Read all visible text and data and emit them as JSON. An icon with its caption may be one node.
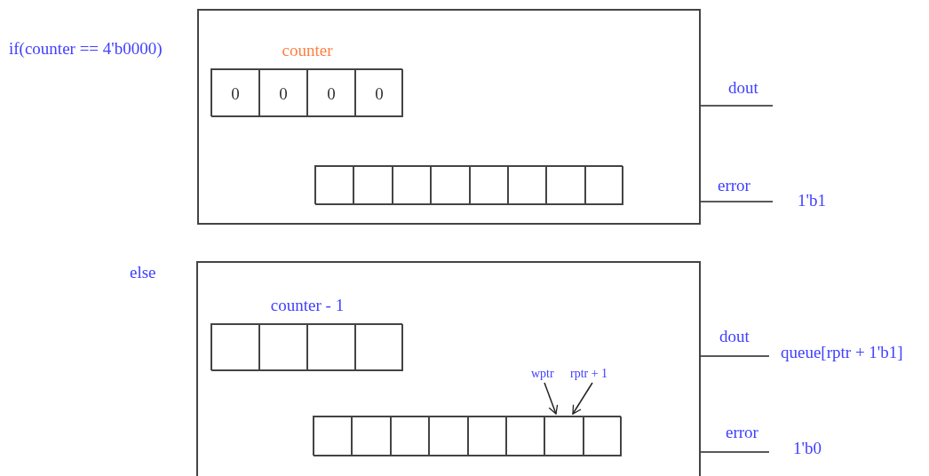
{
  "diagram": {
    "nodes": [
      {
        "text": [],
        "shape": "box"
      },
      {
        "text": [
          "counter"
        ],
        "in": 0
      },
      {
        "text": [
          "0"
        ],
        "in": 1
      },
      {
        "text": [
          "0"
        ],
        "in": 1
      },
      {
        "text": [
          "0"
        ],
        "in": 1
      },
      {
        "text": [
          "0"
        ],
        "in": 1
      },
      {
        "text": [],
        "shape": "box",
        "in": 0
      },
      {
        "text": [],
        "shape": "box",
        "in": 6
      },
      {
        "text": [],
        "shape": "box",
        "in": 6
      },
      {
        "text": [],
        "shape": "box",
        "in": 6
      },
      {
        "text": [],
        "shape": "box",
        "in": 6
      },
      {
        "text": [],
        "shape": "box",
        "in": 6
      },
      {
        "text": [],
        "shape": "box",
        "in": 6
      },
      {
        "text": [],
        "shape": "box",
        "in": 6
      },
      {
        "text": [],
        "shape": "box",
        "in": 6
      },
      {
        "text": [],
        "shape": "box"
      },
      {
        "text": [
          "counter - 1"
        ],
        "in": 15
      },
      {
        "text": [],
        "shape": "box",
        "in": 16
      },
      {
        "text": [],
        "shape": "box",
        "in": 16
      },
      {
        "text": [],
        "shape": "box",
        "in": 16
      },
      {
        "text": [],
        "shape": "box",
        "in": 16
      },
      {
        "text": [],
        "shape": "box",
        "in": 15
      },
      {
        "text": [],
        "shape": "box",
        "in": 21
      },
      {
        "text": [],
        "shape": "box",
        "in": 21
      },
      {
        "text": [],
        "shape": "box",
        "in": 21
      },
      {
        "text": [],
        "shape": "box",
        "in": 21
      },
      {
        "text": [],
        "shape": "box",
        "in": 21
      },
      {
        "text": [],
        "shape": "box",
        "in": 21
      },
      {
        "text": [],
        "shape": "box",
        "in": 21
      },
      {
        "text": [],
        "shape": "box",
        "in": 21
      },
      {
        "text": [
          "wptr"
        ],
        "in": 15
      },
      {
        "text": [
          "rptr + 1"
        ],
        "in": 15
      }
    ],
    "edges": [
      {
        "from": 0,
        "to": null,
        "arrow": "none",
        "label": "dout"
      },
      {
        "from": 0,
        "to": null,
        "arrow": "none",
        "label": "error"
      },
      {
        "from": 15,
        "to": null,
        "arrow": "none",
        "label": "dout"
      },
      {
        "from": 15,
        "to": null,
        "arrow": "none",
        "label": "error"
      },
      {
        "from": 30,
        "to": 28,
        "arrow": "to"
      },
      {
        "from": 31,
        "to": 28,
        "arrow": "to"
      }
    ],
    "labels": [
      "if(counter == 4'b0000)",
      "1'b1",
      "else",
      "queue[rptr + 1'b1]",
      "1'b0"
    ]
  }
}
